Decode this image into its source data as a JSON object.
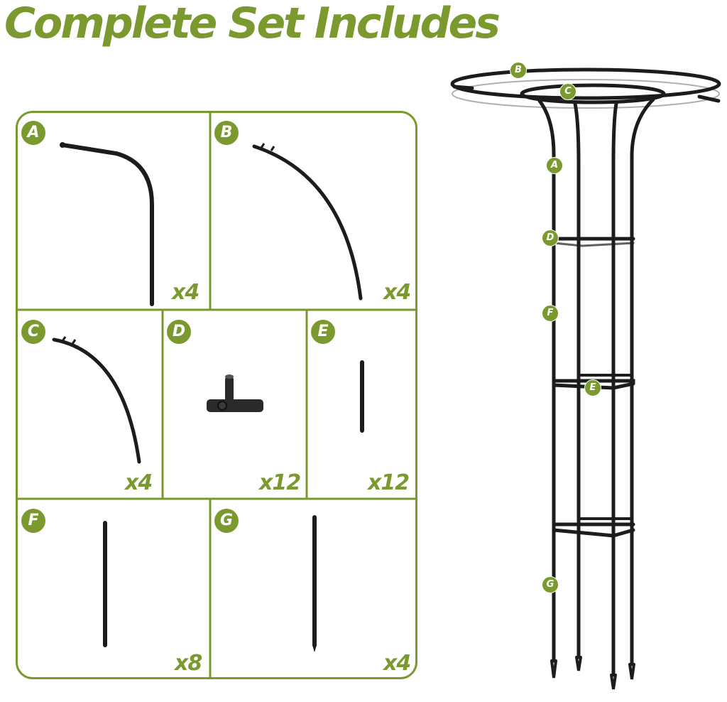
{
  "title": "Complete Set Includes",
  "colors": {
    "accent": "#7a9a2f",
    "metal": "#1c1c1c"
  },
  "parts": [
    {
      "letter": "A",
      "qty": "x4"
    },
    {
      "letter": "B",
      "qty": "x4"
    },
    {
      "letter": "C",
      "qty": "x4"
    },
    {
      "letter": "D",
      "qty": "x12"
    },
    {
      "letter": "E",
      "qty": "x12"
    },
    {
      "letter": "F",
      "qty": "x8"
    },
    {
      "letter": "G",
      "qty": "x4"
    }
  ],
  "diagram_labels": [
    "B",
    "C",
    "A",
    "D",
    "F",
    "E",
    "G"
  ]
}
